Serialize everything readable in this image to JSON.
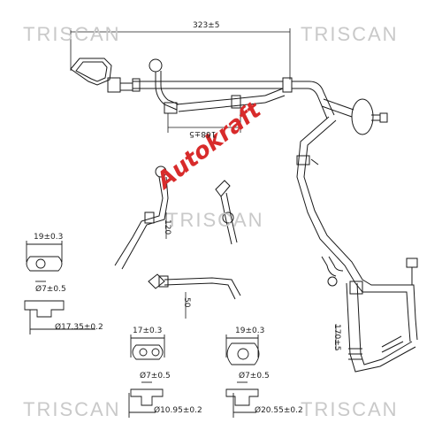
{
  "watermarks": {
    "brand": "TRISCAN"
  },
  "logo": {
    "text": "Autokraft"
  },
  "dimensions": {
    "overall_length": "323±5",
    "branch_length": "168±5",
    "vertical_120": "120",
    "vertical_50": "50",
    "vertical_170": "170±5",
    "fitting_a_width": "19±0.3",
    "fitting_a_bore": "Ø7±0.5",
    "fitting_a_od": "Ø17.35±0.2",
    "fitting_b_width": "17±0.3",
    "fitting_b_bore": "Ø7±0.5",
    "fitting_b_od": "Ø10.95±0.2",
    "fitting_c_width": "19±0.3",
    "fitting_c_bore": "Ø7±0.5",
    "fitting_c_od": "Ø20.55±0.2"
  },
  "colors": {
    "line": "#1a1a1a",
    "watermark": "#c9c9c9",
    "logo": "#d82b2b"
  }
}
